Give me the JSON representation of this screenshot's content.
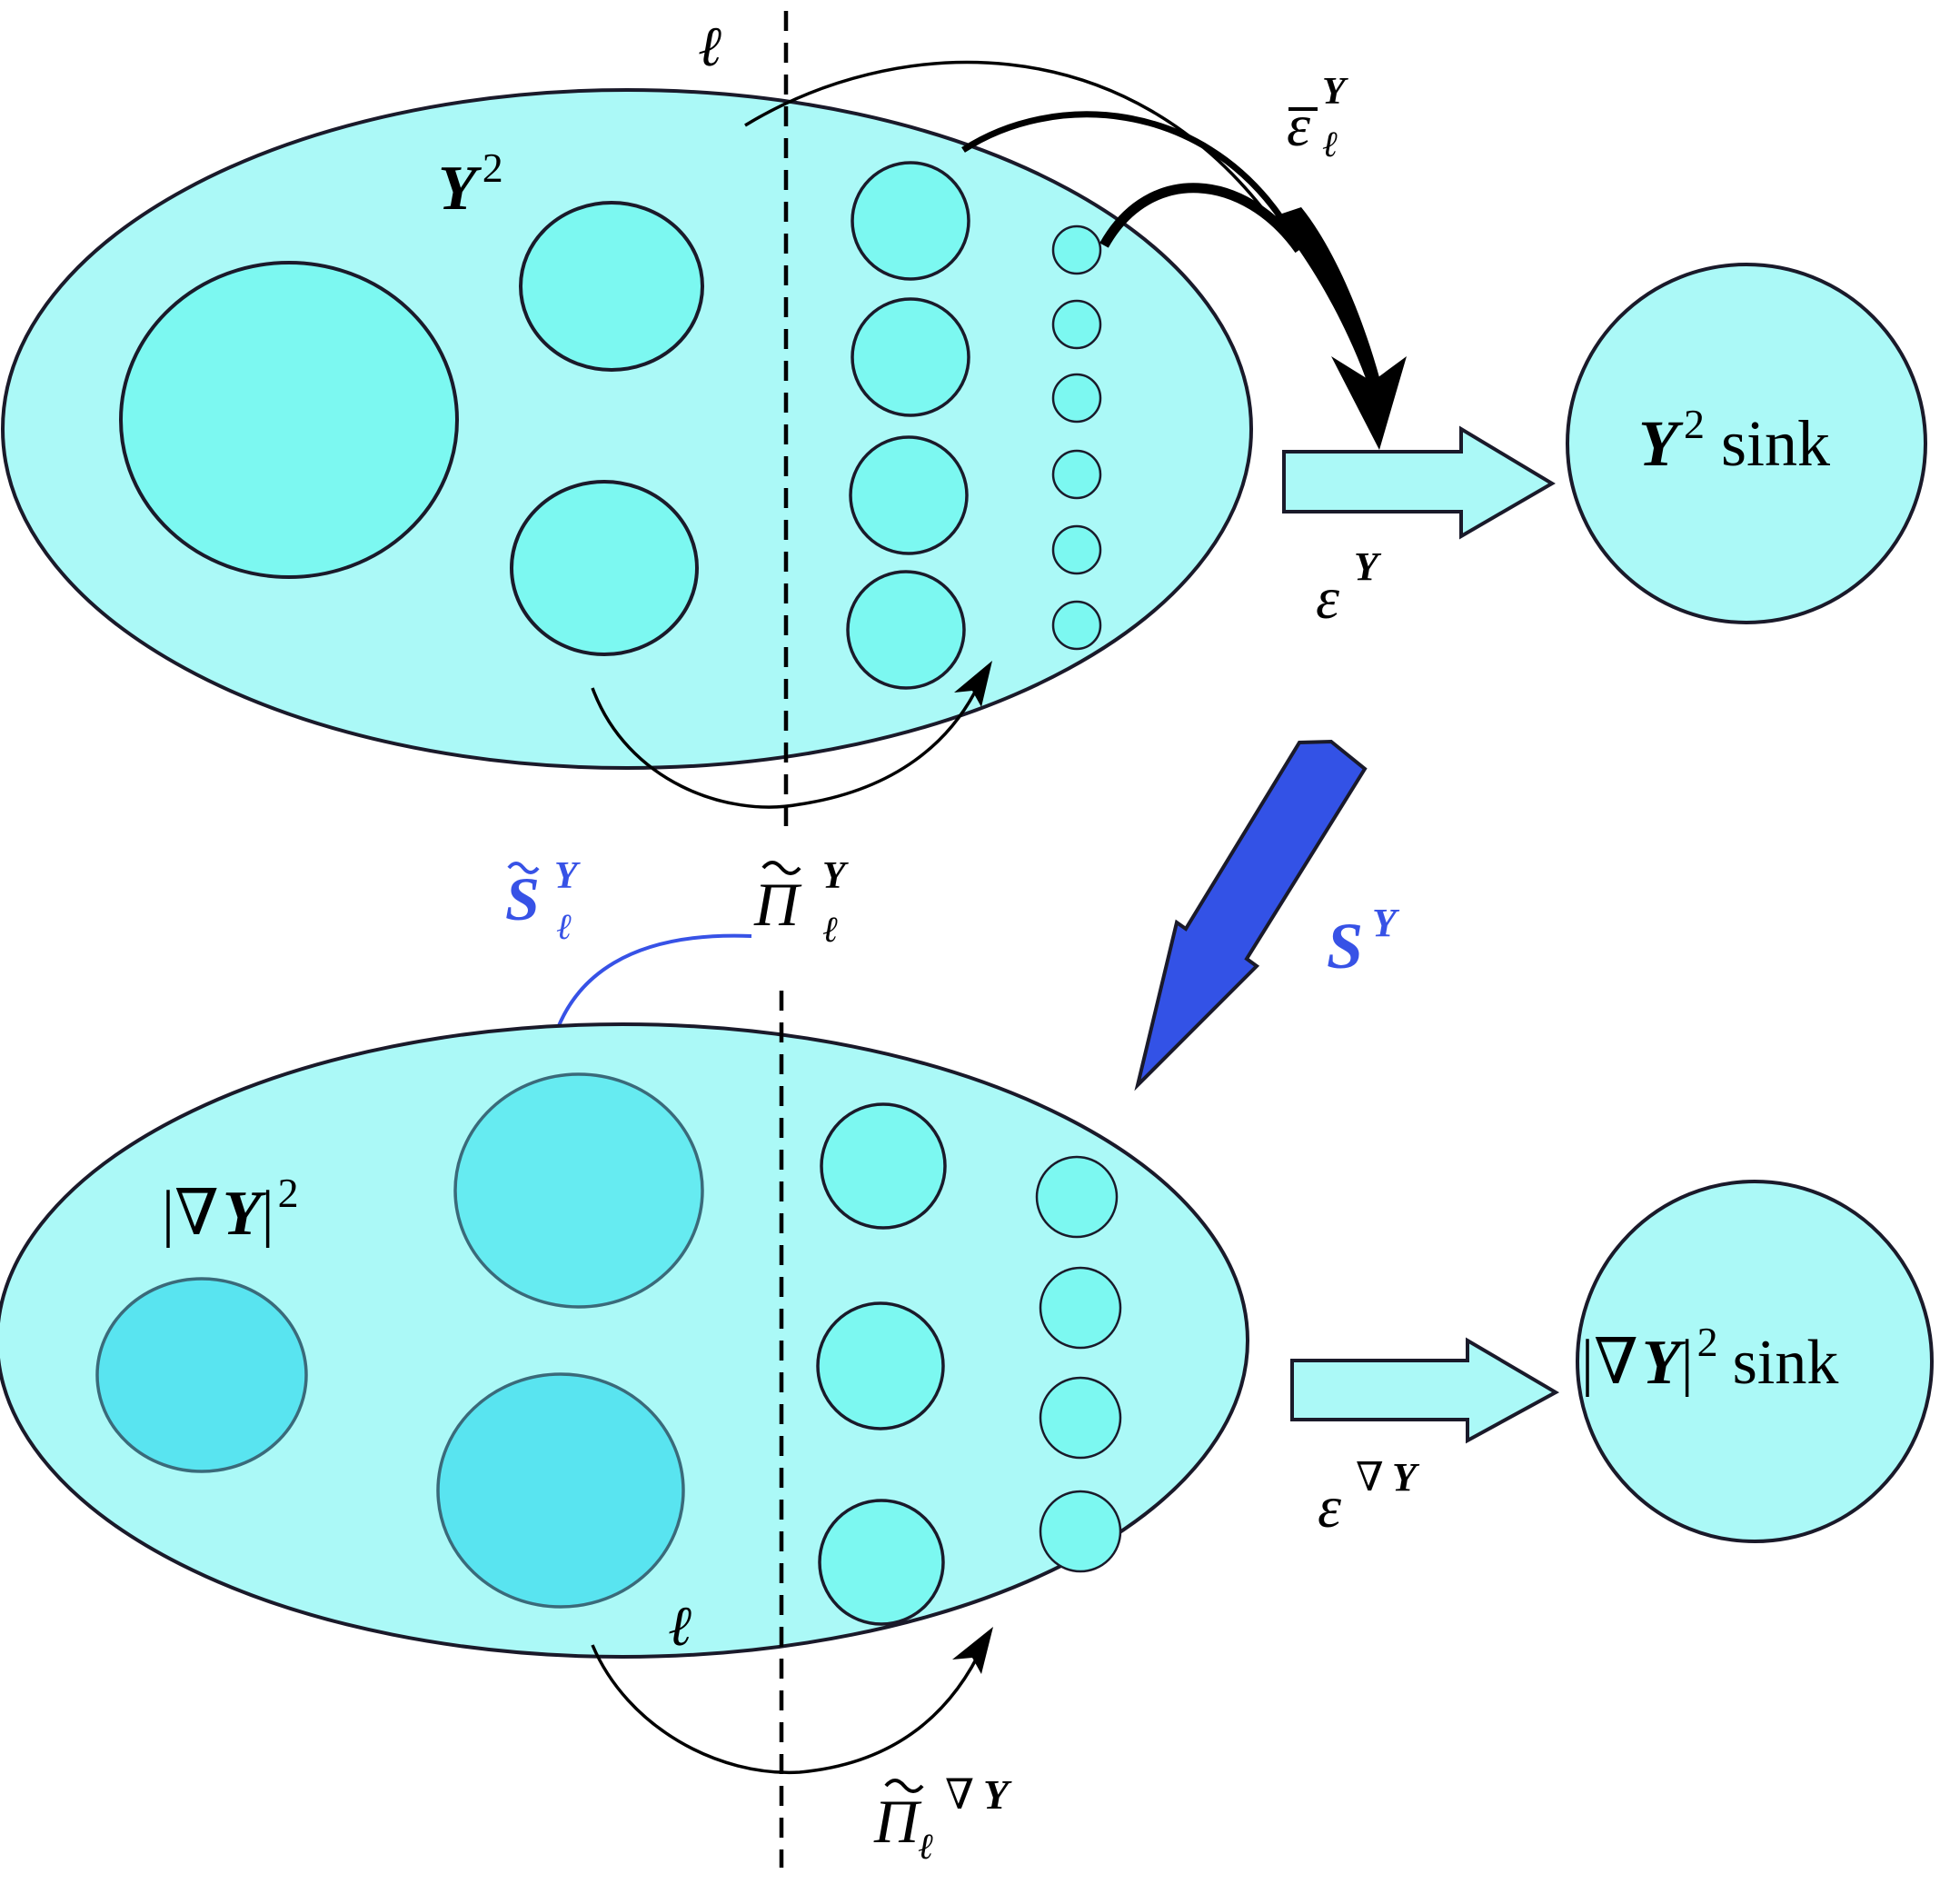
{
  "colors": {
    "ellipse_fill": "#abf9f7",
    "eddy_upper": "#7cf8f1",
    "eddy_lower_small": "#7cf8f1",
    "eddy_lower_large": "#59e4f0",
    "outline": "#1a1a2a",
    "transfer_blue": "#3352e6",
    "label_blue": "#3752e6"
  },
  "labels": {
    "ell_top": "ℓ",
    "ell_bottom": "ℓ",
    "y2_var": "Y",
    "y2_exp": "2",
    "y2_sink_var": "Y",
    "y2_sink_exp": "2",
    "y2_sink_word": "sink",
    "eps_bar_sym": "ε",
    "eps_bar_sup": "Y",
    "eps_bar_sub": "ℓ",
    "eps_y_sym": "ε",
    "eps_y_sup": "Y",
    "s_y_sym": "S",
    "s_y_sup": "Y",
    "s_tilde_sym": "S",
    "s_tilde_sup": "Y",
    "s_tilde_sub": "ℓ",
    "pi_y_sym": "Π",
    "pi_y_sup": "Y",
    "pi_y_sub": "ℓ",
    "grad_bar_open": "|∇",
    "grad_var": "Y",
    "grad_bar_close": "|",
    "grad_exp": "2",
    "grad_sink_open": "|∇",
    "grad_sink_var": "Y",
    "grad_sink_close": "|",
    "grad_sink_exp": "2",
    "grad_sink_word": "sink",
    "eps_grad_sym": "ε",
    "eps_grad_nabla": "∇",
    "eps_grad_var": "Y",
    "pi_grad_sym": "Π",
    "pi_grad_sub": "ℓ",
    "pi_grad_nabla": "∇",
    "pi_grad_var": "Y"
  }
}
